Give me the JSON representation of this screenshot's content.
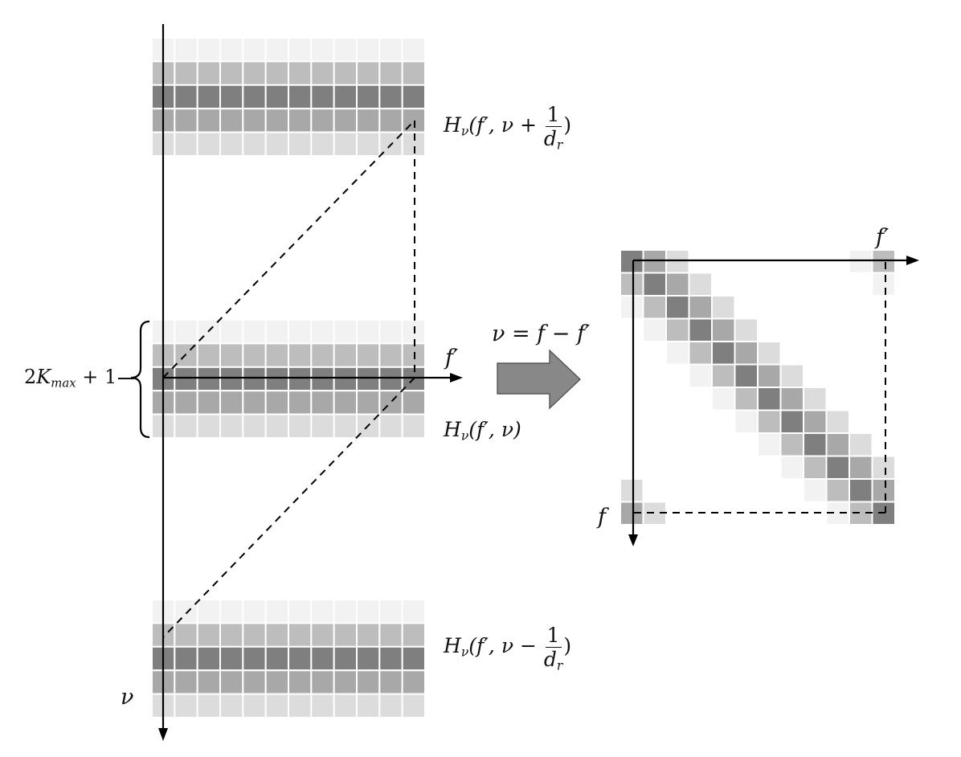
{
  "labels": {
    "kmax_coef": "2",
    "kmax_K": "K",
    "kmax_sub": "max",
    "kmax_tail": "+ 1",
    "top_H": "H",
    "top_sub": "ν",
    "top_args": "(f′, ν +",
    "top_num": "1",
    "top_den_d": "d",
    "top_den_sub": "r",
    "top_close": ")",
    "mid_H": "H",
    "mid_sub": "ν",
    "mid_args": "(f′, ν)",
    "bot_H": "H",
    "bot_sub": "ν",
    "bot_args": "(f′, ν −",
    "bot_num": "1",
    "bot_den_d": "d",
    "bot_den_sub": "r",
    "bot_close": ")",
    "axis_fprime_left": "f′",
    "axis_nu": "ν",
    "transform": "ν = f − f′",
    "axis_fprime_right": "f′",
    "axis_f": "f"
  },
  "colors": {
    "band_shades": [
      "#f2f2f2",
      "#bdbdbd",
      "#7f7f7f",
      "#a8a8a8",
      "#dcdcdc"
    ],
    "arrow_fill": "#888888",
    "line": "#000000"
  },
  "structure": {
    "band_rows": 5,
    "band_cols": 12,
    "matrix_size": 12,
    "diagonal_shades": [
      "#7f7f7f",
      "#a8a8a8",
      "#dcdcdc",
      "#f2f2f2",
      "#bdbdbd"
    ]
  }
}
